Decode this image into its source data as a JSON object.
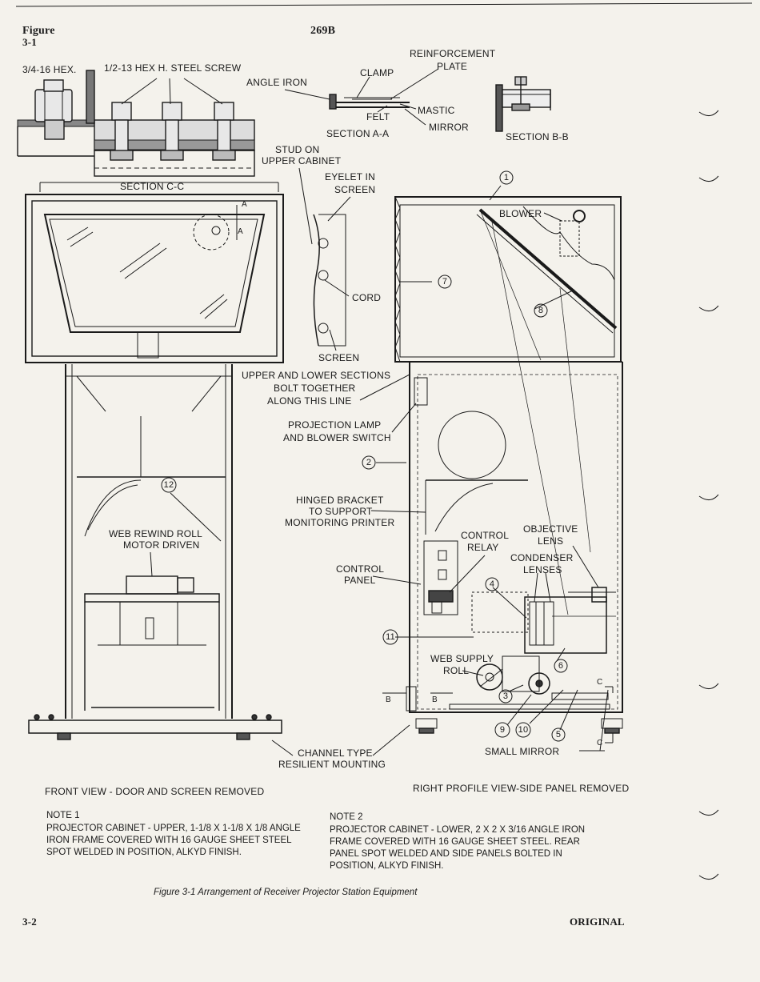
{
  "header": {
    "figure_word": "Figure",
    "figure_num": "3-1",
    "doc_code": "269B"
  },
  "section_cc": {
    "hex1": "3/4-16 HEX.",
    "hex2": "1/2-13 HEX H. STEEL SCREW",
    "stud_line1": "STUD ON",
    "stud_line2": "UPPER CABINET",
    "title": "SECTION C-C"
  },
  "section_aa": {
    "angle_iron": "ANGLE IRON",
    "clamp": "CLAMP",
    "reinf1": "REINFORCEMENT",
    "reinf2": "PLATE",
    "mastic": "MASTIC",
    "felt": "FELT",
    "mirror": "MIRROR",
    "title": "SECTION A-A"
  },
  "section_bb": {
    "title": "SECTION B-B"
  },
  "front": {
    "a_mark1": "A",
    "a_mark2": "A",
    "web_rewind1": "WEB REWIND ROLL",
    "web_rewind2": "MOTOR DRIVEN",
    "num12": "12",
    "view_label": "FRONT VIEW - DOOR AND SCREEN REMOVED"
  },
  "detail": {
    "eyelet1": "EYELET IN",
    "eyelet2": "SCREEN",
    "cord": "CORD",
    "screen": "SCREEN"
  },
  "middle": {
    "upper_lower1": "UPPER AND LOWER SECTIONS",
    "upper_lower2": "BOLT TOGETHER",
    "upper_lower3": "ALONG THIS LINE",
    "lamp1": "PROJECTION LAMP",
    "lamp2": "AND BLOWER SWITCH",
    "num2": "2",
    "bracket1": "HINGED BRACKET",
    "bracket2": "TO SUPPORT",
    "bracket3": "MONITORING PRINTER",
    "control_panel1": "CONTROL",
    "control_panel2": "PANEL",
    "num11": "11",
    "channel1": "CHANNEL TYPE",
    "channel2": "RESILIENT MOUNTING"
  },
  "profile": {
    "num1": "1",
    "blower": "BLOWER",
    "num7": "7",
    "num8": "8",
    "control_relay1": "CONTROL",
    "control_relay2": "RELAY",
    "objective1": "OBJECTIVE",
    "objective2": "LENS",
    "condenser1": "CONDENSER",
    "condenser2": "LENSES",
    "num4": "4",
    "web_supply1": "WEB SUPPLY",
    "web_supply2": "ROLL",
    "num6": "6",
    "num3": "3",
    "num9": "9",
    "num10": "10",
    "num5": "5",
    "small_mirror": "SMALL MIRROR",
    "b_left": "B",
    "b_right": "B",
    "c_top": "C",
    "c_bottom": "C",
    "view_label": "RIGHT PROFILE VIEW-SIDE PANEL REMOVED"
  },
  "notes": {
    "note1_title": "NOTE 1",
    "note1_text": "PROJECTOR CABINET - UPPER, 1-1/8 X 1-1/8 X 1/8 ANGLE IRON FRAME COVERED WITH 16 GAUGE SHEET STEEL SPOT WELDED IN POSITION, ALKYD FINISH.",
    "note2_title": "NOTE 2",
    "note2_text": "PROJECTOR CABINET - LOWER, 2 X 2 X 3/16 ANGLE IRON FRAME COVERED WITH 16 GAUGE SHEET STEEL. REAR PANEL SPOT WELDED AND SIDE PANELS BOLTED IN POSITION, ALKYD FINISH."
  },
  "caption": "Figure 3-1   Arrangement of Receiver Projector Station Equipment",
  "footer": {
    "page": "3-2",
    "status": "ORIGINAL"
  },
  "colors": {
    "ink": "#1a1a1a",
    "paper": "#f4f2ec"
  }
}
